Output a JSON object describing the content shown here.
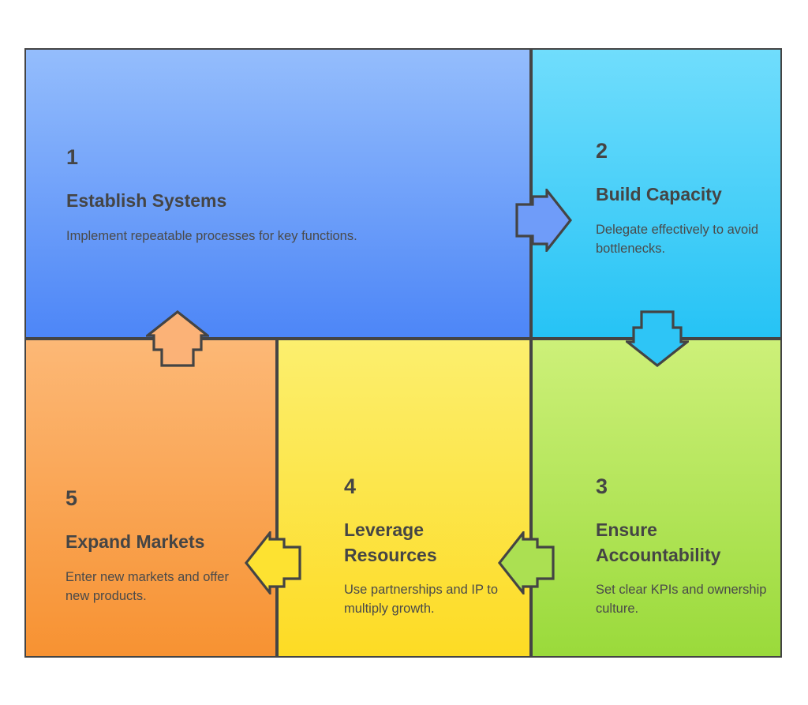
{
  "diagram": {
    "type": "cycle-grid-process",
    "title": "",
    "border_color": "#444444",
    "text_color": "#454545",
    "steps": [
      {
        "number": "1",
        "title": "Establish Systems",
        "description": "Implement repeatable processes for key functions.",
        "color_top": "#94bdfc",
        "color_bottom": "#4d86f7"
      },
      {
        "number": "2",
        "title": "Build Capacity",
        "description": "Delegate effectively to avoid bottlenecks.",
        "color_top": "#70ddfc",
        "color_bottom": "#26c3f5"
      },
      {
        "number": "3",
        "title": "Ensure Accountability",
        "description": "Set clear KPIs and ownership culture.",
        "color_top": "#cdf079",
        "color_bottom": "#9ada3b"
      },
      {
        "number": "4",
        "title": "Leverage Resources",
        "description": "Use partnerships and IP to multiply growth.",
        "color_top": "#fcef6e",
        "color_bottom": "#fddb24"
      },
      {
        "number": "5",
        "title": "Expand Markets",
        "description": "Enter new markets and offer new products.",
        "color_top": "#fcb876",
        "color_bottom": "#f79232"
      }
    ],
    "arrows": [
      {
        "name": "arrow-1-to-2",
        "from": "1",
        "to": "2",
        "direction": "right",
        "fill": "#6f9cf9"
      },
      {
        "name": "arrow-2-to-3",
        "from": "2",
        "to": "3",
        "direction": "down",
        "fill": "#2ec5f6"
      },
      {
        "name": "arrow-3-to-4",
        "from": "3",
        "to": "4",
        "direction": "left",
        "fill": "#abe052"
      },
      {
        "name": "arrow-4-to-5",
        "from": "4",
        "to": "5",
        "direction": "left",
        "fill": "#fde231"
      },
      {
        "name": "arrow-5-to-1",
        "from": "5",
        "to": "1",
        "direction": "up",
        "fill": "#fbb277"
      }
    ]
  }
}
